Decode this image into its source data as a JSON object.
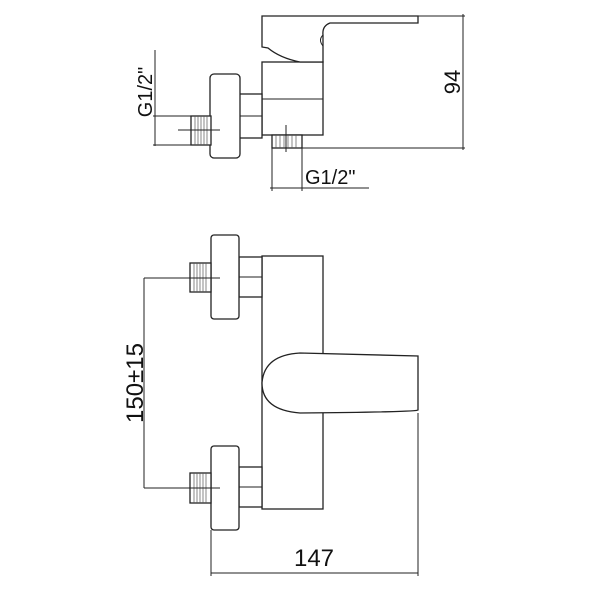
{
  "drawing": {
    "title": "Wall-mounted mixer tap dimension drawing",
    "dimensions": {
      "inlet_thread": "G1/2\"",
      "outlet_thread": "G1/2\"",
      "height": "94",
      "inlet_spacing": "150±15",
      "depth": "147"
    },
    "units": "mm",
    "line_color": "#222222"
  }
}
